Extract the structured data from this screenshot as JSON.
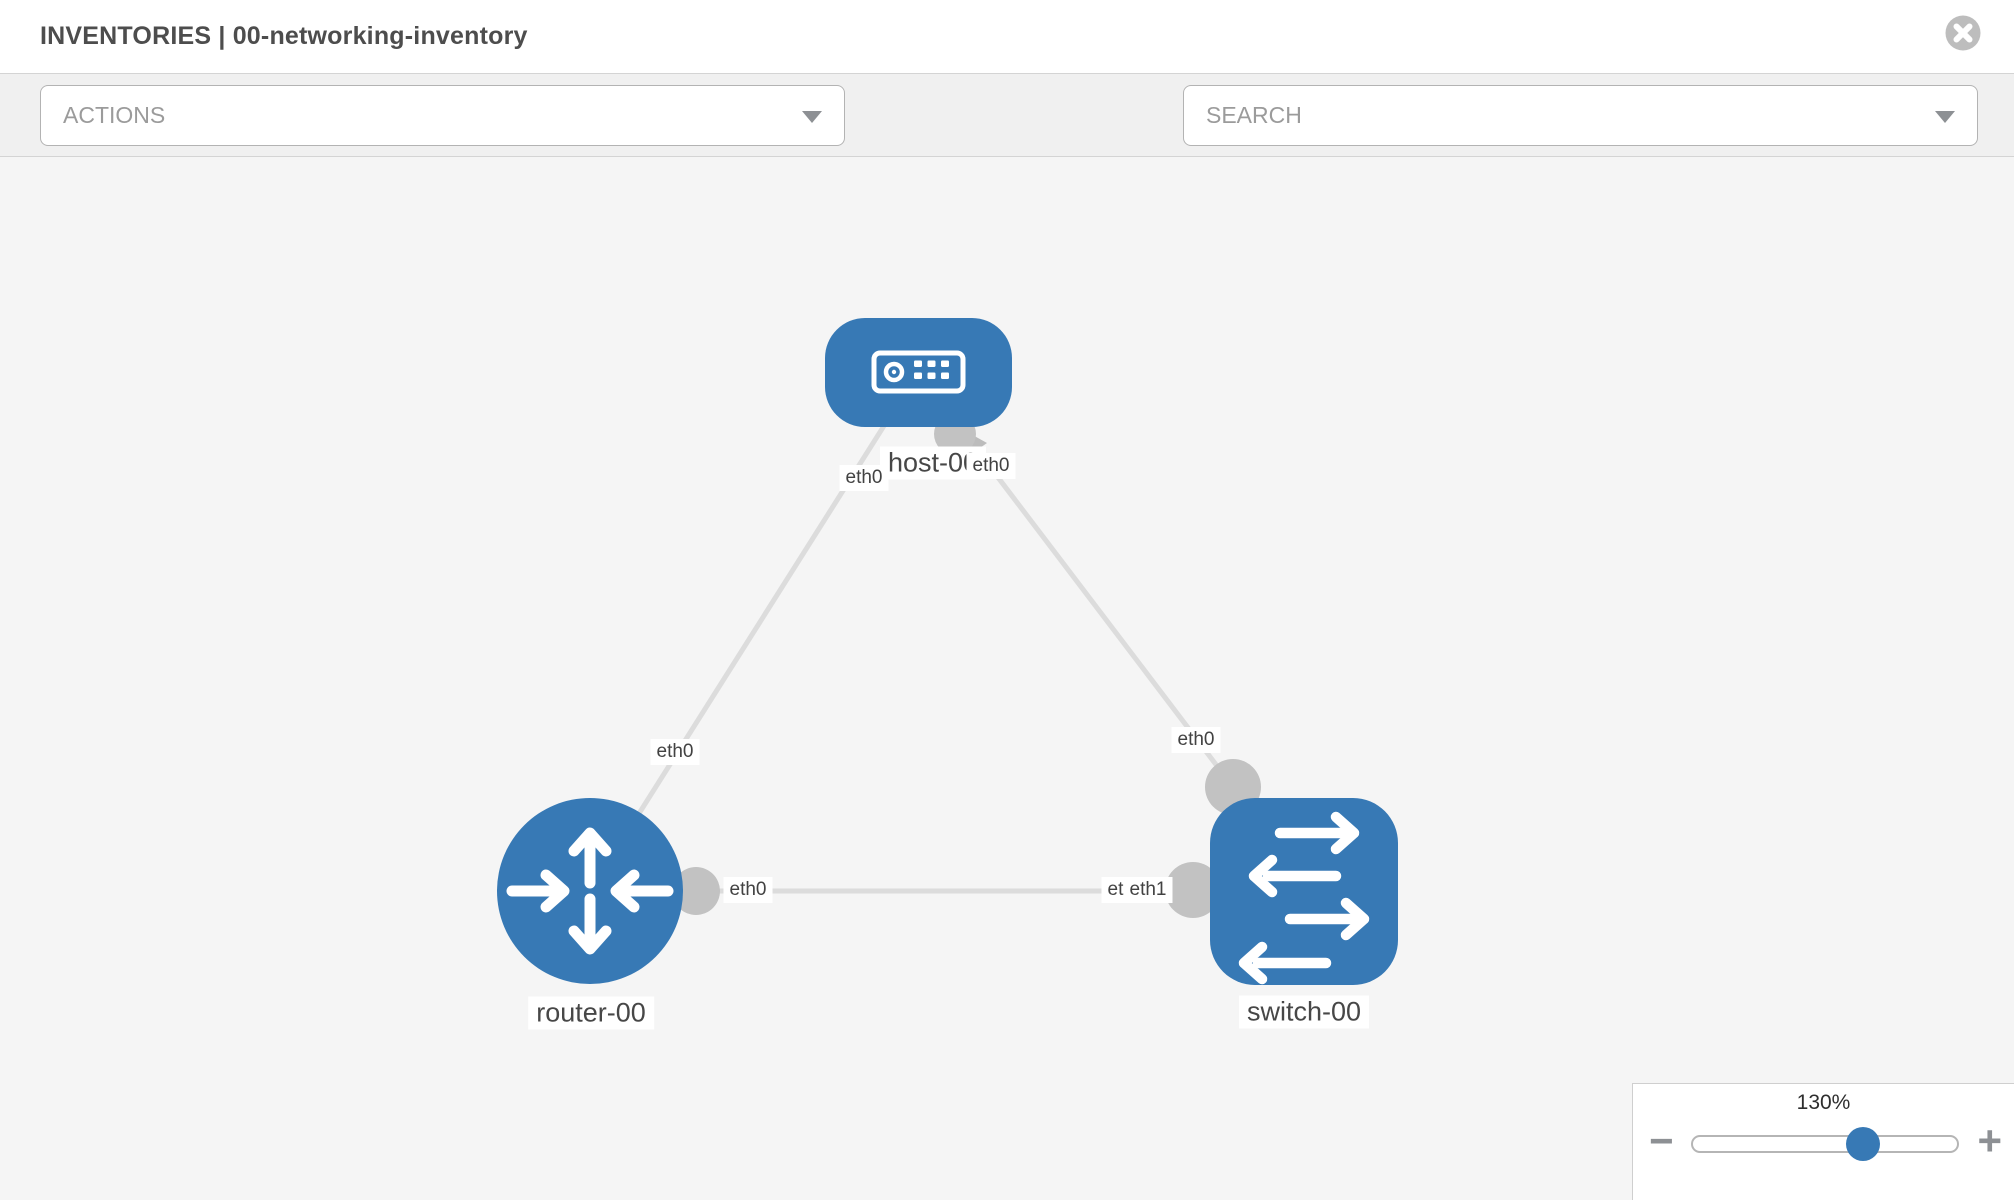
{
  "window": {
    "title": "INVENTORIES | 00-networking-inventory"
  },
  "toolbar": {
    "actions_label": "ACTIONS",
    "search_label": "SEARCH"
  },
  "topology": {
    "nodes": [
      {
        "label": "host-00",
        "type": "host"
      },
      {
        "label": "router-00",
        "type": "router"
      },
      {
        "label": "switch-00",
        "type": "switch"
      }
    ],
    "links": [
      {
        "from": "host-00",
        "to": "router-00"
      },
      {
        "from": "host-00",
        "to": "switch-00"
      },
      {
        "from": "router-00",
        "to": "switch-00"
      }
    ],
    "interface_labels": [
      {
        "text": "eth0",
        "link": "host-00 - router-00",
        "end": "host-00"
      },
      {
        "text": "eth0",
        "link": "host-00 - router-00",
        "end": "router-00"
      },
      {
        "text": "eth0",
        "link": "host-00 - switch-00",
        "end": "host-00"
      },
      {
        "text": "eth0",
        "link": "host-00 - switch-00",
        "end": "switch-00"
      },
      {
        "text": "eth0",
        "link": "router-00 - switch-00",
        "end": "router-00"
      },
      {
        "text": "eth0",
        "link": "router-00 - switch-00",
        "end": "switch-00 (behind)"
      },
      {
        "text": "eth1",
        "link": "router-00 - switch-00",
        "end": "switch-00"
      }
    ]
  },
  "zoom_control": {
    "level": "130%",
    "zoom_out_label": "−",
    "zoom_in_label": "+"
  },
  "icons": {
    "close": "x-circle",
    "actions_caret": "caret-down",
    "search_caret": "caret-down",
    "tools": "wrench",
    "credentials": "key"
  },
  "colors": {
    "node_blue": "#3779b5",
    "link_gray": "#dcdcdc",
    "dot_gray": "#c2c2c2",
    "arrow_gray": "#bcbcbc",
    "canvas_bg": "#f5f5f5",
    "toolbar_bg": "#f0f0f0",
    "zoom_thumb_blue": "#3779b5"
  }
}
